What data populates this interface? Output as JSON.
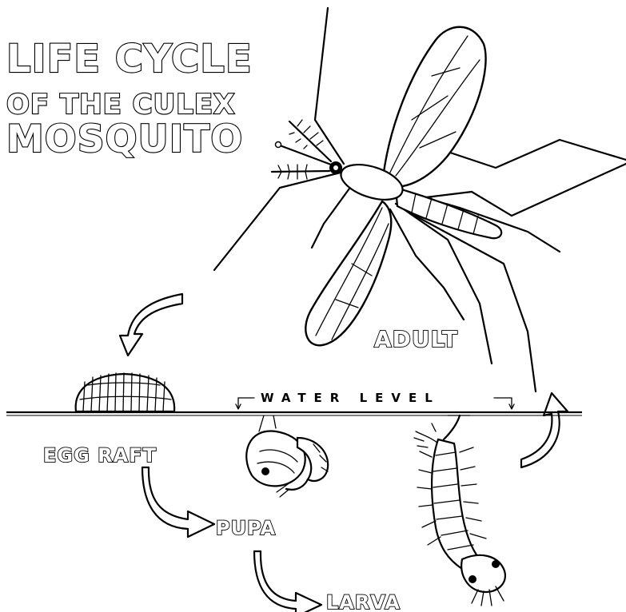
{
  "title": {
    "line1": "LIFE CYCLE",
    "line2": "OF THE CULEX",
    "line3": "MOSQUITO"
  },
  "labels": {
    "adult": "ADULT",
    "egg_raft": "EGG RAFT",
    "pupa": "PUPA",
    "larva": "LARVA",
    "water_level": "WATER  LEVEL"
  }
}
